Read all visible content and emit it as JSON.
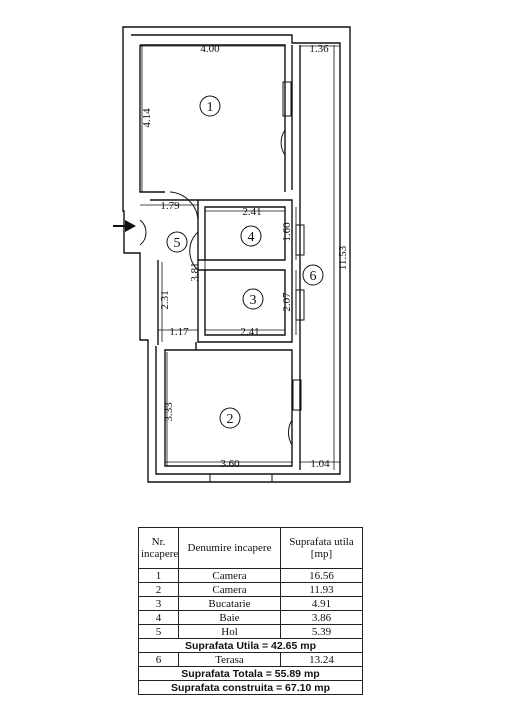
{
  "plan": {
    "dimensions": {
      "top_left_width": "4.00",
      "top_right_width": "1.36",
      "room1_height": "4.14",
      "hall_width": "1.79",
      "room4_width": "2.41",
      "room4_height": "1.60",
      "room5_height": "3.81",
      "room3_height": "2.07",
      "total_height": "11.53",
      "hall_lower_height": "2.31",
      "hall_bottom_width": "1.17",
      "room3_width": "2.41",
      "room2_height": "3.33",
      "room2_width": "3.60",
      "bottom_right_width": "1.04"
    },
    "rooms": [
      "1",
      "2",
      "3",
      "4",
      "5",
      "6"
    ]
  },
  "table": {
    "headers": [
      "Nr. incapere",
      "Denumire incapere",
      "Suprafata utila [mp]"
    ],
    "rows": [
      {
        "nr": "1",
        "name": "Camera",
        "area": "16.56"
      },
      {
        "nr": "2",
        "name": "Camera",
        "area": "11.93"
      },
      {
        "nr": "3",
        "name": "Bucatarie",
        "area": "4.91"
      },
      {
        "nr": "4",
        "name": "Baie",
        "area": "3.86"
      },
      {
        "nr": "5",
        "name": "Hol",
        "area": "5.39"
      }
    ],
    "sum_utila": "Suprafata Utila = 42.65 mp",
    "terrace": {
      "nr": "6",
      "name": "Terasa",
      "area": "13.24"
    },
    "sum_totala": "Suprafata Totala = 55.89 mp",
    "sum_construita": "Suprafata construita = 67.10 mp"
  }
}
